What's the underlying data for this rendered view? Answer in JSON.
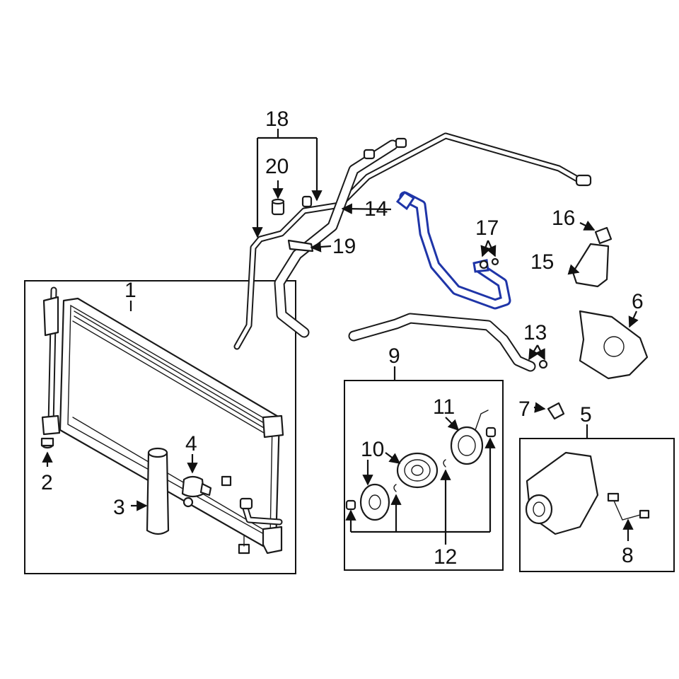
{
  "diagram": {
    "highlight_color": "#1f35a8",
    "line_color": "#1a1a1a",
    "background": "#ffffff",
    "highlighted_part": "14",
    "callouts": [
      "1",
      "2",
      "3",
      "4",
      "5",
      "6",
      "7",
      "8",
      "9",
      "10",
      "11",
      "12",
      "13",
      "14",
      "15",
      "16",
      "17",
      "18",
      "19",
      "20"
    ]
  }
}
